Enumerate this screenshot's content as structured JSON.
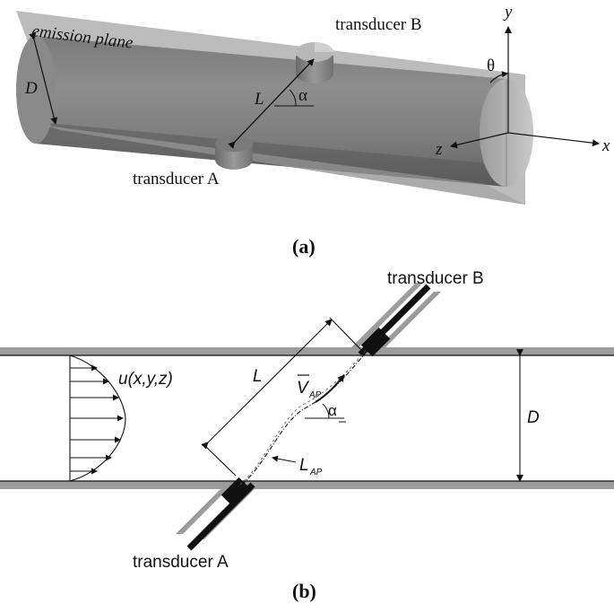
{
  "panel_a": {
    "emission_plane_label": "emission plane",
    "transducer_a_label": "transducer A",
    "transducer_b_label": "transducer B",
    "diameter_label": "D",
    "length_label": "L",
    "angle_alpha_label": "α",
    "angle_theta_label": "θ",
    "axis_x_label": "x",
    "axis_y_label": "y",
    "axis_z_label": "z",
    "caption": "(a)"
  },
  "panel_b": {
    "transducer_a_label": "transducer A",
    "transducer_b_label": "transducer B",
    "velocity_profile_label": "u(x,y,z)",
    "length_label": "L",
    "diameter_label": "D",
    "angle_alpha_label": "α",
    "velocity_label": "V",
    "velocity_subscript": "AP",
    "path_label": "L",
    "path_subscript": "AP",
    "caption": "(b)"
  },
  "colors": {
    "pipe_dark": "#6e6e6e",
    "pipe_mid": "#8c8c8c",
    "pipe_light": "#b4b4b4",
    "plane": "#a8a8a8",
    "wall": "#9a9a9a"
  }
}
